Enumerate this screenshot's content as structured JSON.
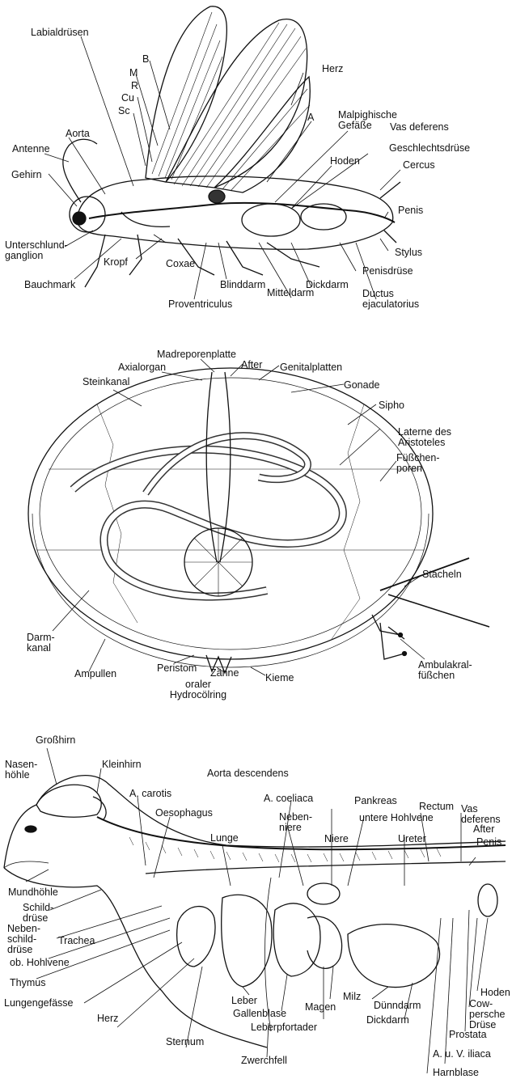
{
  "insect": {
    "labialdruesen": "Labialdrüsen",
    "b": "B",
    "m": "M",
    "r": "R",
    "cu": "Cu",
    "sc": "Sc",
    "herz": "Herz",
    "a": "A",
    "malpighische": "Malpighische\nGefäße",
    "vas_deferens": "Vas deferens",
    "geschlechtsdruese": "Geschlechtsdrüse",
    "aorta": "Aorta",
    "antenne": "Antenne",
    "gehirn": "Gehirn",
    "hoden": "Hoden",
    "cercus": "Cercus",
    "penis": "Penis",
    "unterschlund": "Unterschlund-\nganglion",
    "stylus": "Stylus",
    "kropf": "Kropf",
    "coxae": "Coxae",
    "penisdruese": "Penisdrüse",
    "bauchmark": "Bauchmark",
    "blinddarm": "Blinddarm",
    "dickdarm": "Dickdarm",
    "mitteldarm": "Mitteldarm",
    "ductus": "Ductus\nejaculatorius",
    "proventriculus": "Proventriculus"
  },
  "urchin": {
    "madreporenplatte": "Madreporenplatte",
    "axialorgan": "Axialorgan",
    "after": "After",
    "genitalplatten": "Genitalplatten",
    "steinkanal": "Steinkanal",
    "gonade": "Gonade",
    "sipho": "Sipho",
    "laterne": "Laterne des\nAristoteles",
    "fuesschenporen": "Füßchen-\nporen",
    "stacheln": "Stacheln",
    "darmkanal": "Darm-\nkanal",
    "ampullen": "Ampullen",
    "peristom": "Peristom",
    "zaehne": "Zähne",
    "kieme": "Kieme",
    "ambulakral": "Ambulakral-\nfüßchen",
    "hydrocoel": "oraler\nHydrocölring"
  },
  "mammal": {
    "grosshirn": "Großhirn",
    "nasenhoehle": "Nasen-\nhöhle",
    "kleinhirn": "Kleinhirn",
    "aorta_desc": "Aorta descendens",
    "carotis": "A. carotis",
    "coeliaca": "A. coeliaca",
    "pankreas": "Pankreas",
    "rectum": "Rectum",
    "vas_deferens": "Vas\ndeferens",
    "oesophagus": "Oesophagus",
    "nebenniere": "Neben-\nniere",
    "untere_hohlvene": "untere Hohlvene",
    "after": "After",
    "lunge": "Lunge",
    "niere": "Niere",
    "ureter": "Ureter",
    "penis": "Penis",
    "mundhoehle": "Mundhöhle",
    "schilddruese": "Schild-\ndrüse",
    "nebenschild": "Neben-\nschild-\ndrüse",
    "trachea": "Trachea",
    "ob_hohlvene": "ob. Hohlvene",
    "thymus": "Thymus",
    "lungengefaesse": "Lungengefässe",
    "leber": "Leber",
    "hoden": "Hoden",
    "gallenblase": "Gallenblase",
    "duenndarm": "Dünndarm",
    "cowper": "Cow-\npersche\nDrüse",
    "magen": "Magen",
    "milz": "Milz",
    "herz": "Herz",
    "dickdarm": "Dickdarm",
    "prostata": "Prostata",
    "leberpfortader": "Leberpfortader",
    "sternum": "Sternum",
    "iliaca": "A. u. V. iliaca",
    "zwerchfell": "Zwerchfell",
    "harnblase": "Harnblase"
  }
}
